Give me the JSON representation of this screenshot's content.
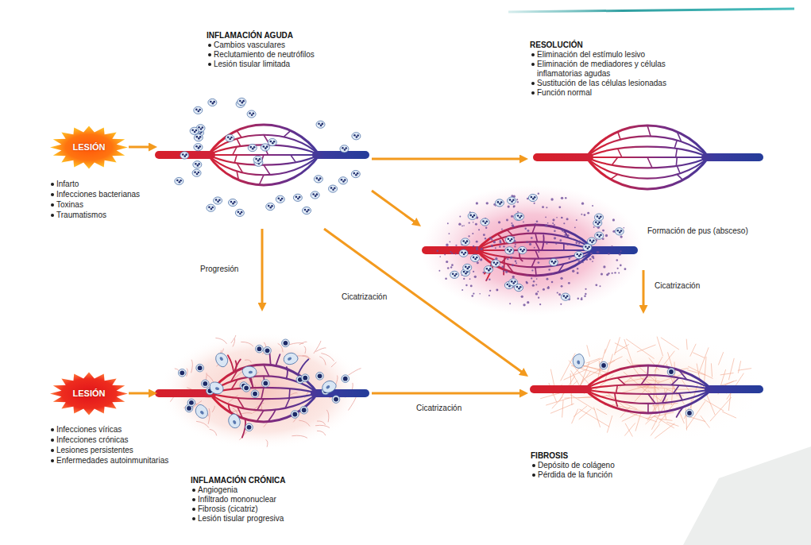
{
  "diagram": {
    "nodes": [
      {
        "text": [
          "LESIÓN"
        ]
      },
      {
        "text": [
          "INFLAMACIÓN AGUDA",
          "Cambios vasculares",
          "Reclutamiento de neutrófilos",
          "Lesión tisular limitada"
        ]
      },
      {
        "text": [
          "RESOLUCIÓN",
          "Eliminación del estímulo lesivo",
          "Eliminación de mediadores y células inflamatorias agudas",
          "Sustitución de las células lesionadas",
          "Función normal"
        ]
      },
      {
        "text": [
          "Formación de pus (absceso)"
        ]
      },
      {
        "text": [
          "LESIÓN"
        ]
      },
      {
        "text": [
          "INFLAMACIÓN CRÓNICA",
          "Angiogenia",
          "Infiltrado mononuclear",
          "Fibrosis (cicatriz)",
          "Lesión tisular progresiva"
        ]
      },
      {
        "text": [
          "FIBROSIS",
          "Depósito de colágeno",
          "Pérdida de la función"
        ]
      }
    ],
    "edges": [
      {
        "from": 0,
        "to": 1,
        "arrow": "to"
      },
      {
        "from": 1,
        "to": 2,
        "arrow": "to"
      },
      {
        "from": 1,
        "to": 3,
        "arrow": "to"
      },
      {
        "from": 1,
        "to": 5,
        "label": "Progresión",
        "arrow": "to"
      },
      {
        "from": 1,
        "to": 6,
        "label": "Cicatrización",
        "arrow": "to"
      },
      {
        "from": 3,
        "to": 6,
        "label": "Cicatrización",
        "arrow": "to"
      },
      {
        "from": 4,
        "to": 5,
        "arrow": "to"
      },
      {
        "from": 5,
        "to": 6,
        "label": "Cicatrización",
        "arrow": "to"
      }
    ],
    "labels": [
      "Infarto",
      "Infecciones bacterianas",
      "Toxinas",
      "Traumatismos",
      "Infecciones víricas",
      "Infecciones crónicas",
      "Lesiones persistentes",
      "Enfermedades autoinmunitarias"
    ]
  }
}
